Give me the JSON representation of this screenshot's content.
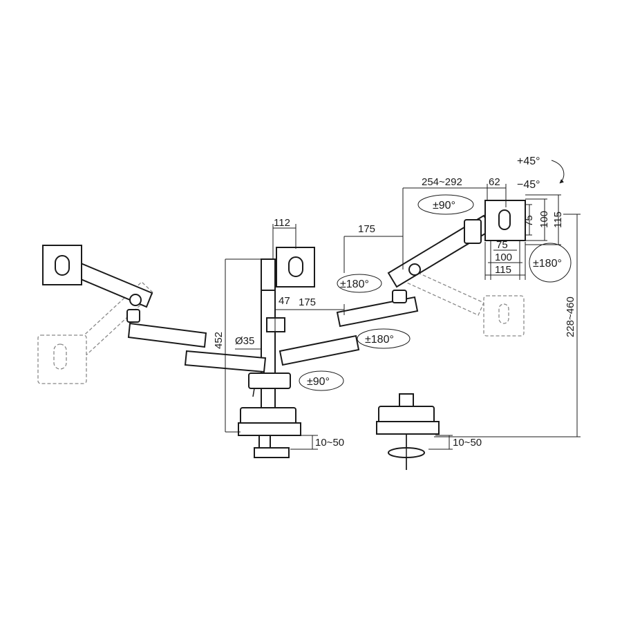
{
  "colors": {
    "line": "#1a1a1a",
    "ghost": "#888888",
    "background": "#ffffff"
  },
  "dimensions": {
    "pole_to_vesa": "112",
    "pole_height": "452",
    "pole_diameter": "Ø35",
    "pole_offset": "47",
    "arm_segment_upper": "175",
    "arm_segment_lower": "175",
    "arm_reach": "254~292",
    "vesa_offset": "62",
    "vesa_75_h": "75",
    "vesa_100_h": "100",
    "vesa_115_h": "115",
    "vesa_75_w": "75",
    "vesa_100_w": "100",
    "vesa_115_w": "115",
    "total_height": "228~460",
    "clamp_thickness": "10~50",
    "grommet_thickness": "10~50"
  },
  "rotations": {
    "tilt_up": "+45°",
    "tilt_down": "−45°",
    "swivel_head": "±90°",
    "rotation_head": "±180°",
    "arm_upper": "±180°",
    "arm_lower": "±180°",
    "base_swivel": "±90°"
  }
}
